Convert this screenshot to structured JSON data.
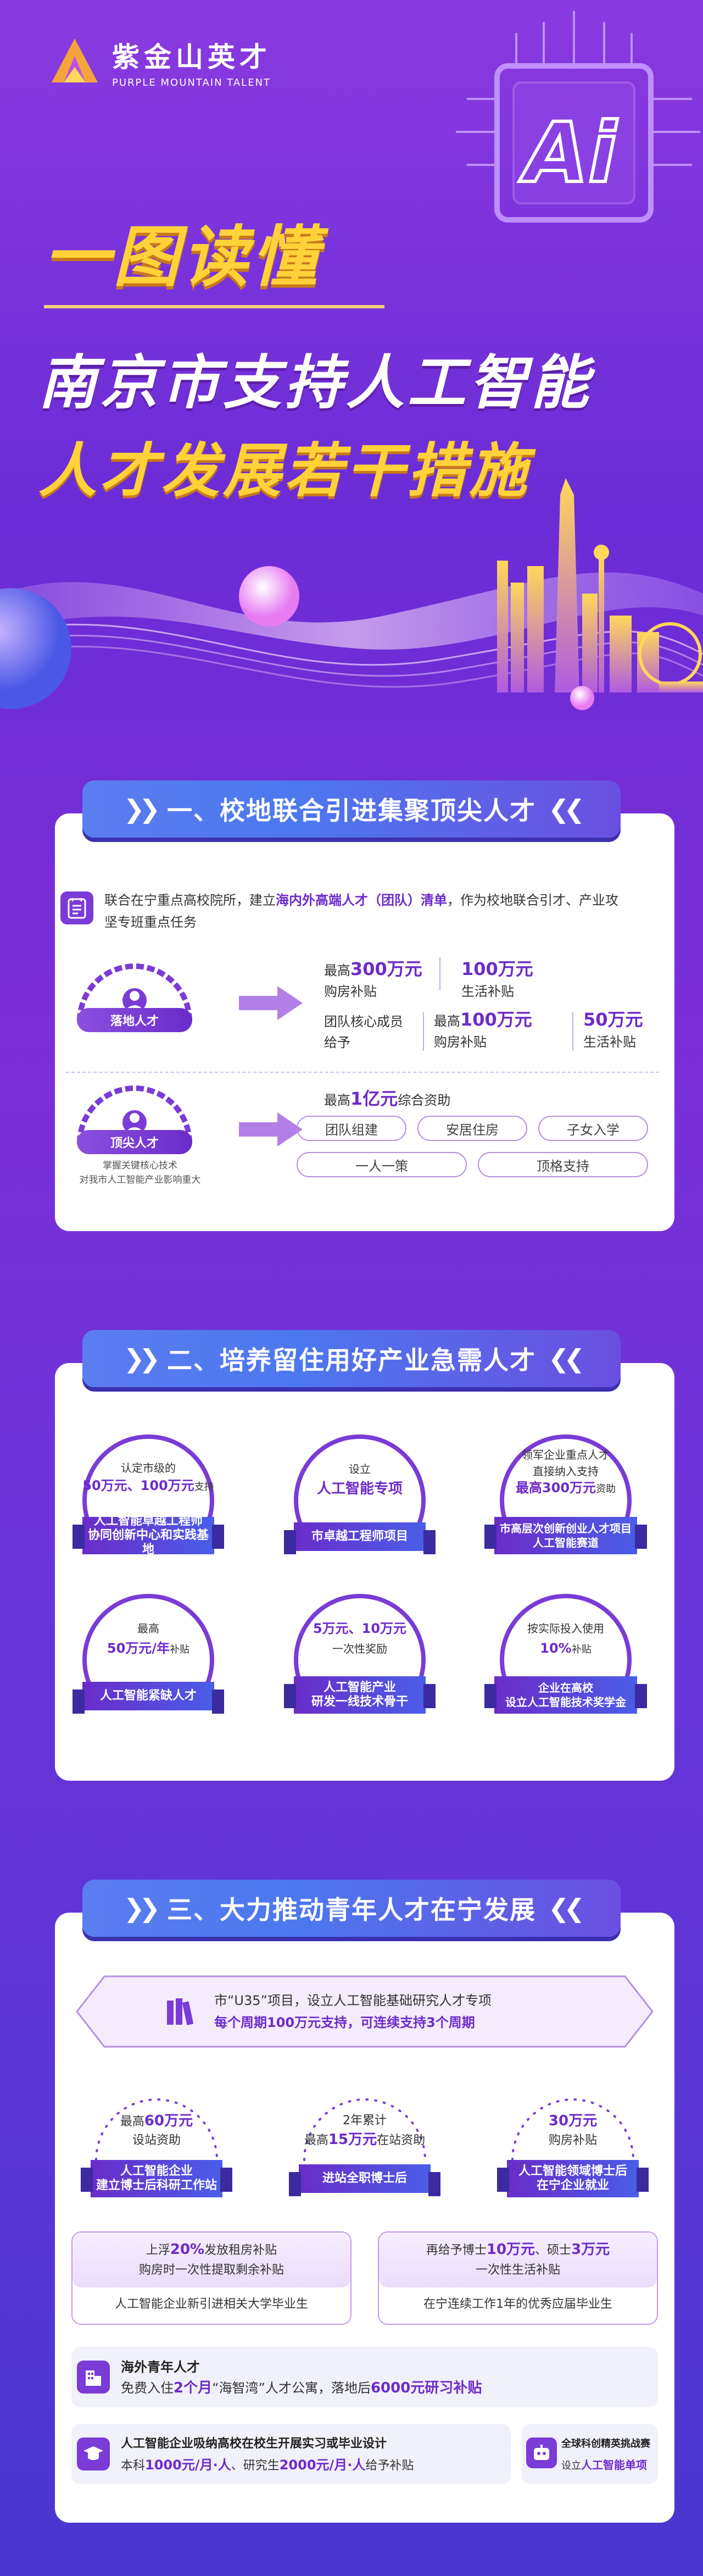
{
  "brand": {
    "cn": "紫金山英才",
    "en": "PURPLE MOUNTAIN TALENT"
  },
  "hero": {
    "title1": "一图读懂",
    "title2": "南京市支持人工智能",
    "title3": "人才发展若干措施",
    "chip_text": "Ai"
  },
  "section1": {
    "title": "一、校地联合引进集聚顶尖人才",
    "intro_a": "联合在宁重点高校院所，建立",
    "intro_b": "海内外高端人才（团队）清单",
    "intro_c": "，作为校地联合引才、产业攻",
    "intro_d": "坚专班重点任务",
    "group1": {
      "label": "落地人才",
      "a_prefix": "最高",
      "a_value": "300万元",
      "a_sub": "购房补贴",
      "b_value": "100万元",
      "b_sub": "生活补贴",
      "c_line1": "团队核心成员",
      "c_line2": "给予",
      "d_prefix": "最高",
      "d_value": "100万元",
      "d_sub": "购房补贴",
      "e_value": "50万元",
      "e_sub": "生活补贴"
    },
    "group2": {
      "label": "顶尖人才",
      "note1": "掌握关键核心技术",
      "note2": "对我市人工智能产业影响重大",
      "fund_prefix": "最高",
      "fund_value": "1亿元",
      "fund_suffix": "综合资助",
      "pills": [
        "团队组建",
        "安居住房",
        "子女入学",
        "一人一策",
        "顶格支持"
      ]
    }
  },
  "section2": {
    "title": "二、培养留住用好产业急需人才",
    "items": [
      {
        "top": "认定市级的",
        "main": "50万元、100万元",
        "suffix": "支持",
        "ribbon1": "人工智能卓越工程师",
        "ribbon2": "协同创新中心和实践基地"
      },
      {
        "top": "设立",
        "main": "人工智能专项",
        "suffix": "",
        "ribbon1": "市卓越工程师项目",
        "ribbon2": ""
      },
      {
        "top": "领军企业重点人才",
        "top2": "直接纳入支持",
        "main": "最高300万元",
        "suffix": "资助",
        "ribbon1": "市高层次创新创业人才项目",
        "ribbon2": "人工智能赛道"
      },
      {
        "top": "最高",
        "main": "50万元/年",
        "suffix": "补贴",
        "ribbon1": "人工智能紧缺人才",
        "ribbon2": ""
      },
      {
        "top": "",
        "main": "5万元、10万元",
        "suffix": "",
        "sub": "一次性奖励",
        "ribbon1": "人工智能产业",
        "ribbon2": "研发一线技术骨干"
      },
      {
        "top": "按实际投入使用",
        "main": "10%",
        "suffix": "补贴",
        "ribbon1": "企业在高校",
        "ribbon2": "设立人工智能技术奖学金"
      }
    ]
  },
  "section3": {
    "title": "三、大力推动青年人才在宁发展",
    "u35_line1": "市“U35”项目，设立人工智能基础研究人才专项",
    "u35_line2": "每个周期100万元支持，可连续支持3个周期",
    "badges": [
      {
        "l1_prefix": "最高",
        "l1_value": "60万元",
        "l2": "设站资助",
        "ribbon1": "人工智能企业",
        "ribbon2": "建立博士后科研工作站"
      },
      {
        "l1_prefix": "2年累计",
        "l1_value": "",
        "l2_prefix": "最高",
        "l2_value": "15万元",
        "l2_suffix": "在站资助",
        "ribbon1": "进站全职博士后",
        "ribbon2": ""
      },
      {
        "l1_prefix": "",
        "l1_value": "30万元",
        "l2": "购房补贴",
        "ribbon1": "人工智能领域博士后",
        "ribbon2": "在宁企业就业"
      }
    ],
    "box1": {
      "line1_a": "上浮",
      "line1_b": "20%",
      "line1_c": "发放租房补贴",
      "line2": "购房时一次性提取剩余补贴",
      "foot": "人工智能企业新引进相关大学毕业生"
    },
    "box2": {
      "line1_a": "再给予博士",
      "line1_b": "10万元",
      "line1_c": "、硕士",
      "line1_d": "3万元",
      "line2": "一次性生活补贴",
      "foot": "在宁连续工作1年的优秀应届毕业生"
    },
    "overseas": {
      "title": "海外青年人才",
      "text_a": "免费入住",
      "text_b": "2个月",
      "text_c": "“海智湾”人才公寓，落地后",
      "text_d": "6000元研习补贴"
    },
    "intern": {
      "title": "人工智能企业吸纳高校在校生开展实习或毕业设计",
      "text_a": "本科",
      "text_b": "1000元/月·人",
      "text_c": "、研究生",
      "text_d": "2000元/月·人",
      "text_e": "给予补贴"
    },
    "contest": {
      "title": "全球科创精英挑战赛",
      "text_a": "设立",
      "text_b": "人工智能单项"
    }
  },
  "colors": {
    "purple": "#6d2bc9",
    "gold": "#ffd23a",
    "blue": "#4c78ee"
  },
  "icons": [
    "document-icon",
    "person-icon",
    "arrow-right-icon",
    "books-icon",
    "building-icon",
    "graduate-icon",
    "robot-icon"
  ]
}
